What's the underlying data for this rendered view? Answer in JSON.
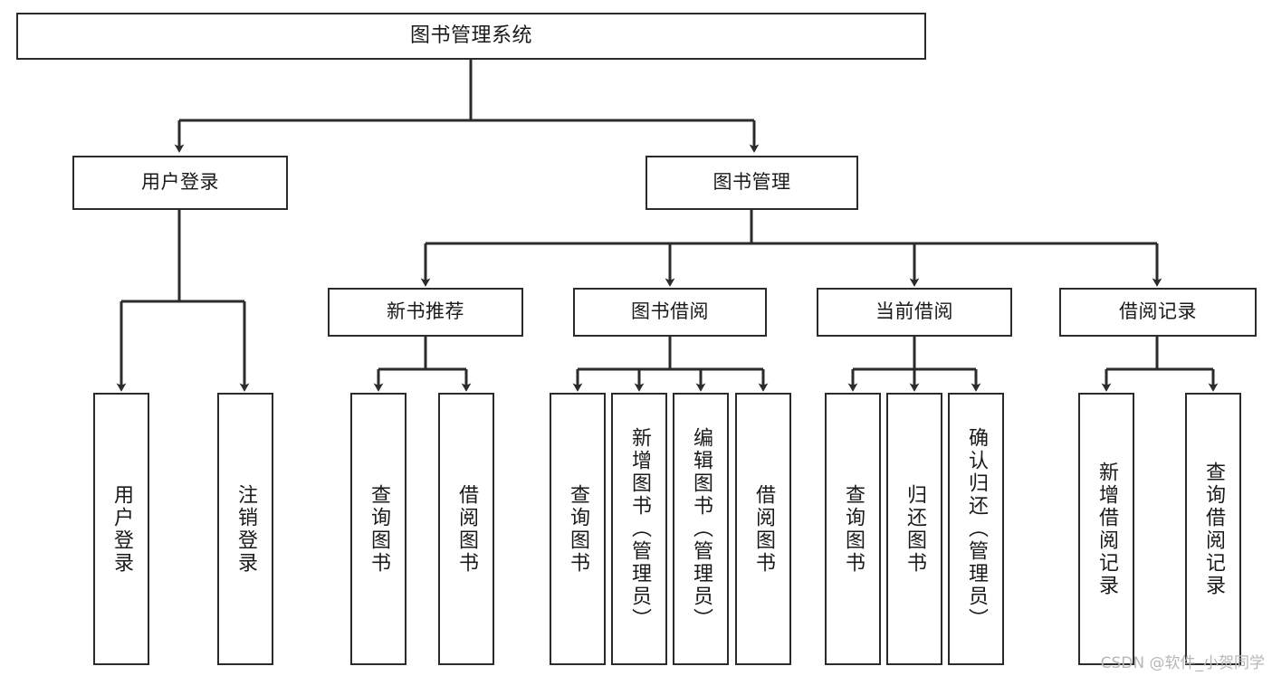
{
  "diagram": {
    "title": "图书管理系统",
    "type": "tree-hierarchy",
    "watermark": "CSDN @软件_小贺同学",
    "colors": {
      "border": "#2b2b2b",
      "background": "#ffffff",
      "text": "#1a1a1a",
      "watermark": "#b7b7b7"
    },
    "nodes": {
      "root": {
        "label": "图书管理系统"
      },
      "level1": [
        {
          "id": "user-login",
          "label": "用户登录"
        },
        {
          "id": "book-manage",
          "label": "图书管理"
        }
      ],
      "level2": [
        {
          "id": "new-book-rec",
          "label": "新书推荐"
        },
        {
          "id": "book-borrow",
          "label": "图书借阅"
        },
        {
          "id": "current-borrow",
          "label": "当前借阅"
        },
        {
          "id": "borrow-record",
          "label": "借阅记录"
        }
      ],
      "leaves": {
        "user-login": [
          {
            "id": "leaf-user-login",
            "label": "用户登录"
          },
          {
            "id": "leaf-logout-login",
            "label": "注销登录"
          }
        ],
        "new-book-rec": [
          {
            "id": "leaf-query-book-1",
            "label": "查询图书"
          },
          {
            "id": "leaf-borrow-book-1",
            "label": "借阅图书"
          }
        ],
        "book-borrow": [
          {
            "id": "leaf-query-book-2",
            "label": "查询图书"
          },
          {
            "id": "leaf-add-book",
            "label": "新增图书（管理员）"
          },
          {
            "id": "leaf-edit-book",
            "label": "编辑图书（管理员）"
          },
          {
            "id": "leaf-borrow-book-2",
            "label": "借阅图书"
          }
        ],
        "current-borrow": [
          {
            "id": "leaf-query-book-3",
            "label": "查询图书"
          },
          {
            "id": "leaf-return-book",
            "label": "归还图书"
          },
          {
            "id": "leaf-confirm-return",
            "label": "确认归还（管理员）"
          }
        ],
        "borrow-record": [
          {
            "id": "leaf-add-record",
            "label": "新增借阅记录"
          },
          {
            "id": "leaf-query-record",
            "label": "查询借阅记录"
          }
        ]
      }
    }
  }
}
